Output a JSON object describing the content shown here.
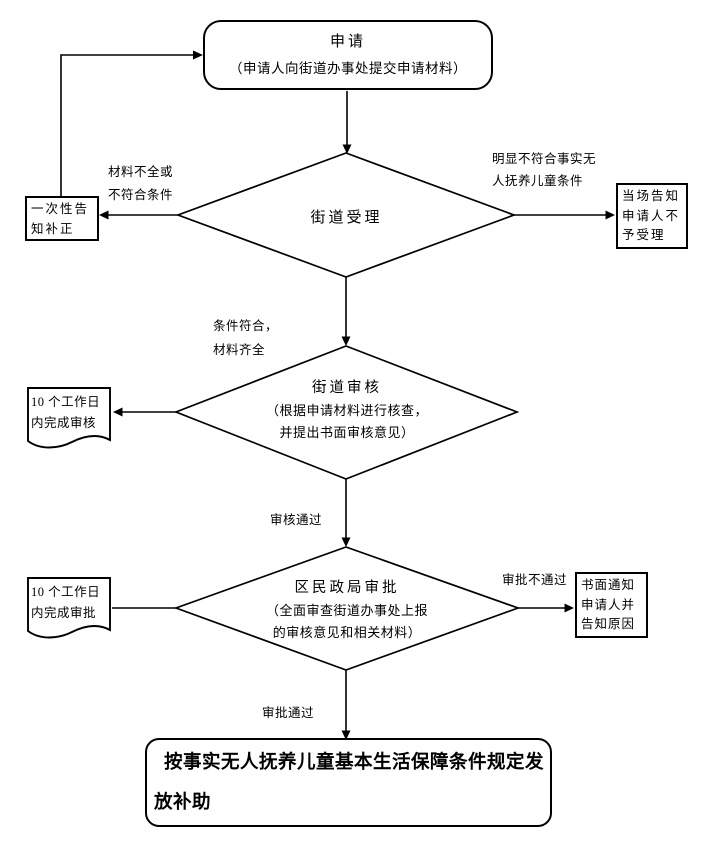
{
  "nodes": {
    "apply_title": "申请",
    "apply_subtitle": "（申请人向街道办事处提交申请材料）",
    "street_accept": "街道受理",
    "notify_correct": "一次性告\n知补正",
    "reject_onsite": "当场告知\n申请人不\n予受理",
    "street_review_title": "街道审核",
    "street_review_subtitle": "（根据申请材料进行核查，\n并提出书面审核意见）",
    "review_deadline": "10 个工作日\n内完成审核",
    "bureau_approve_title": "区民政局审批",
    "bureau_approve_subtitle": "（全面审查街道办事处上报\n的审核意见和相关材料）",
    "approve_deadline": "10 个工作日\n内完成审批",
    "notify_reason": "书面通知\n申请人并\n告知原因",
    "grant": "按事实无人抚养儿童基本生活保障条件规定发\n放补助"
  },
  "edge_labels": {
    "incomplete": "材料不全或\n不符合条件",
    "not_eligible": "明显不符合事实无\n人抚养儿童条件",
    "eligible": "条件符合，\n材料齐全",
    "review_pass": "审核通过",
    "approve_fail": "审批不通过",
    "approve_pass": "审批通过"
  },
  "colors": {
    "background": "#ffffff",
    "line": "#000000",
    "text": "#000000"
  }
}
